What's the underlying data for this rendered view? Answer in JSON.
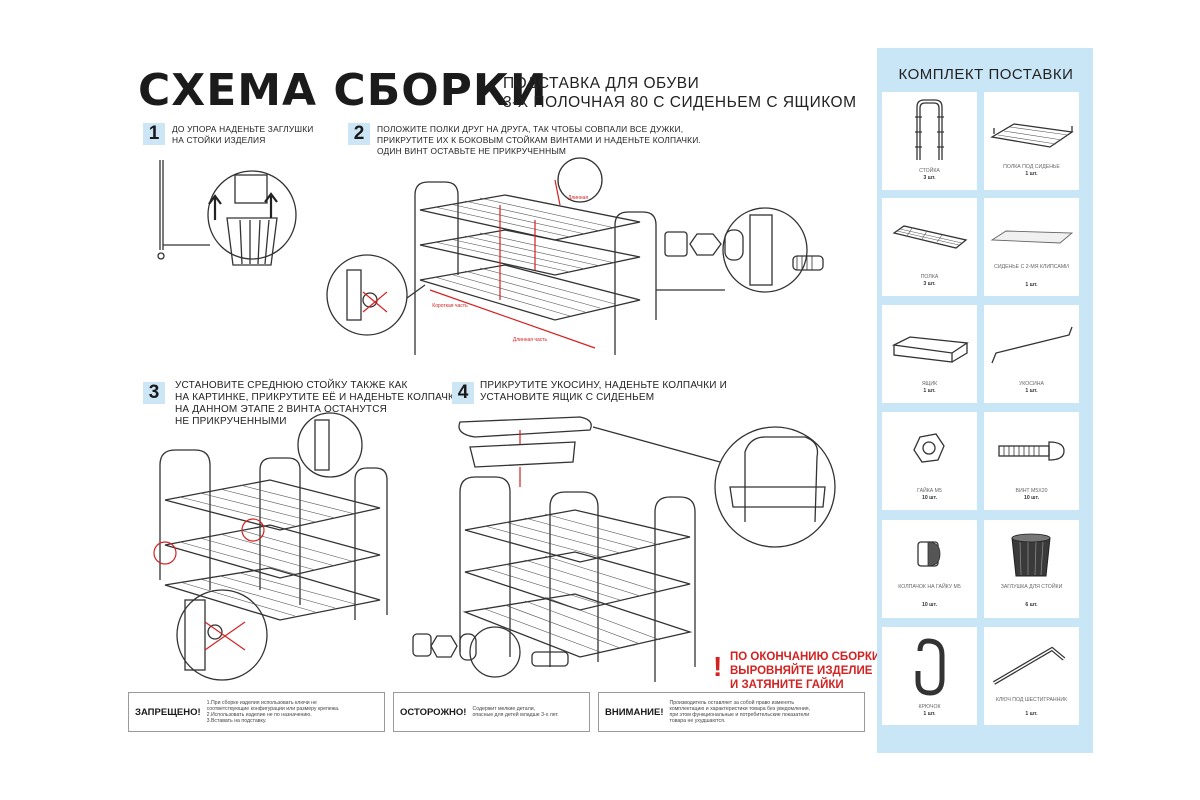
{
  "header": {
    "title": "СХЕМА СБОРКИ",
    "subtitle_line1": "ПОДСТАВКА ДЛЯ ОБУВИ",
    "subtitle_line2": "3-Х ПОЛОЧНАЯ 80 С СИДЕНЬЕМ С ЯЩИКОМ"
  },
  "steps": [
    {
      "number": "1",
      "lines": [
        "ДО УПОРА НАДЕНЬТЕ ЗАГЛУШКИ",
        "НА СТОЙКИ ИЗДЕЛИЯ"
      ]
    },
    {
      "number": "2",
      "lines": [
        "ПОЛОЖИТЕ ПОЛКИ ДРУГ НА ДРУГА, ТАК ЧТОБЫ СОВПАЛИ ВСЕ ДУЖКИ,",
        "ПРИКРУТИТЕ ИХ К БОКОВЫМ СТОЙКАМ ВИНТАМИ И НАДЕНЬТЕ КОЛПАЧКИ.",
        "ОДИН ВИНТ ОСТАВЬТЕ НЕ ПРИКРУЧЕННЫМ"
      ]
    },
    {
      "number": "3",
      "lines": [
        "УСТАНОВИТЕ СРЕДНЮЮ СТОЙКУ ТАКЖЕ КАК",
        "НА КАРТИНКЕ, ПРИКРУТИТЕ ЕЁ И НАДЕНЬТЕ КОЛПАЧКИ.",
        "НА ДАННОМ ЭТАПЕ 2 ВИНТА ОСТАНУТСЯ",
        "НЕ ПРИКРУЧЕННЫМИ"
      ]
    },
    {
      "number": "4",
      "lines": [
        "ПРИКРУТИТЕ УКОСИНУ, НАДЕНЬТЕ КОЛПАЧКИ И",
        "УСТАНОВИТЕ ЯЩИК С СИДЕНЬЕМ"
      ]
    }
  ],
  "dimension_labels": {
    "short": "Короткая часть",
    "long": "Длинная часть",
    "long_top": "Длинная"
  },
  "final_warning": [
    "ПО ОКОНЧАНИЮ СБОРКИ",
    "ВЫРОВНЯЙТЕ ИЗДЕЛИЕ",
    "И ЗАТЯНИТЕ ГАЙКИ"
  ],
  "warning_mark": "!",
  "notices": [
    {
      "label": "ЗАПРЕЩЕНО!",
      "lines": [
        "1.При сборке изделия использовать ключи не",
        "соответствующие конфигурации или размеру крепежа.",
        "2.Использовать изделие не по назначению.",
        "3.Вставать на подставку."
      ]
    },
    {
      "label": "ОСТОРОЖНО!",
      "lines": [
        "Содержит мелкие детали,",
        "опасные для детей младше 3-х лет."
      ]
    },
    {
      "label": "ВНИМАНИЕ!",
      "lines": [
        "Производитель оставляет за собой право изменять",
        "комплектацию и характеристики товара без уведомления,",
        "при этом функциональные и потребительские показатели",
        "товара не ухудшаются."
      ]
    }
  ],
  "kit": {
    "title": "КОМПЛЕКТ ПОСТАВКИ",
    "parts": [
      {
        "name": "СТОЙКА",
        "qty": "3 шт.",
        "icon": "rack-post-icon"
      },
      {
        "name": "ПОЛКА ПОД СИДЕНЬЕ",
        "qty": "1 шт.",
        "icon": "seat-shelf-icon"
      },
      {
        "name": "ПОЛКА",
        "qty": "3 шт.",
        "icon": "shelf-icon"
      },
      {
        "name": "СИДЕНЬЕ С 2-МЯ КЛИПСАМИ",
        "qty": "1 шт.",
        "icon": "seat-icon"
      },
      {
        "name": "ЯЩИК",
        "qty": "1 шт.",
        "icon": "box-icon"
      },
      {
        "name": "УКОСИНА",
        "qty": "1 шт.",
        "icon": "brace-icon"
      },
      {
        "name": "ГАЙКА М5",
        "qty": "10 шт.",
        "icon": "nut-icon"
      },
      {
        "name": "ВИНТ М5х20",
        "qty": "10 шт.",
        "icon": "screw-icon"
      },
      {
        "name": "КОЛПАЧОК НА ГАЙКУ М5",
        "qty": "10 шт.",
        "icon": "cap-nut-icon"
      },
      {
        "name": "ЗАГЛУШКА ДЛЯ СТОЙКИ",
        "qty": "6 шт.",
        "icon": "foot-cap-icon"
      },
      {
        "name": "КРЮЧОК",
        "qty": "1 шт.",
        "icon": "hook-icon"
      },
      {
        "name": "КЛЮЧ ПОД ШЕСТИГРАННИК",
        "qty": "1 шт.",
        "icon": "hex-key-icon"
      }
    ]
  }
}
